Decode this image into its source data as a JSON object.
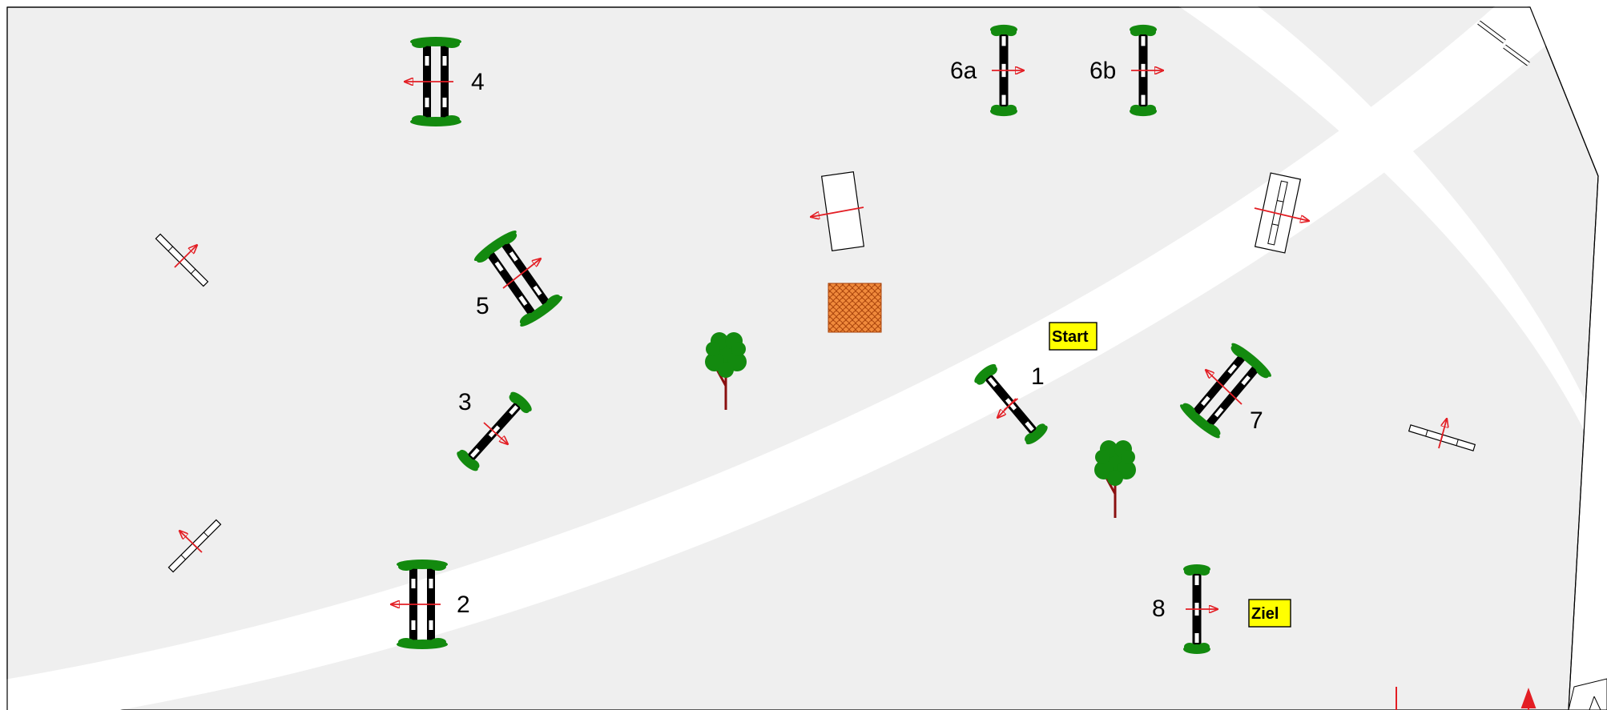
{
  "course": {
    "start_label": "Start",
    "finish_label": "Ziel",
    "colors": {
      "arena": "#efefef",
      "path": "#ffffff",
      "arrow": "#e31e24",
      "foliage": "#138a0f",
      "trunk": "#8a1010",
      "sign": "#ffff00",
      "water": "#e8732e"
    },
    "numbered_jumps": [
      {
        "id": "1",
        "label": "1",
        "type": "vertical"
      },
      {
        "id": "2",
        "label": "2",
        "type": "oxer"
      },
      {
        "id": "3",
        "label": "3",
        "type": "vertical"
      },
      {
        "id": "4",
        "label": "4",
        "type": "oxer"
      },
      {
        "id": "5",
        "label": "5",
        "type": "oxer"
      },
      {
        "id": "6a",
        "label": "6a",
        "type": "vertical"
      },
      {
        "id": "6b",
        "label": "6b",
        "type": "vertical"
      },
      {
        "id": "7",
        "label": "7",
        "type": "oxer"
      },
      {
        "id": "8",
        "label": "8",
        "type": "vertical"
      }
    ],
    "unnumbered_obstacles": 6,
    "trees": 2,
    "icons": [
      "tree-icon",
      "jump-direction-arrow",
      "water-jump"
    ]
  }
}
